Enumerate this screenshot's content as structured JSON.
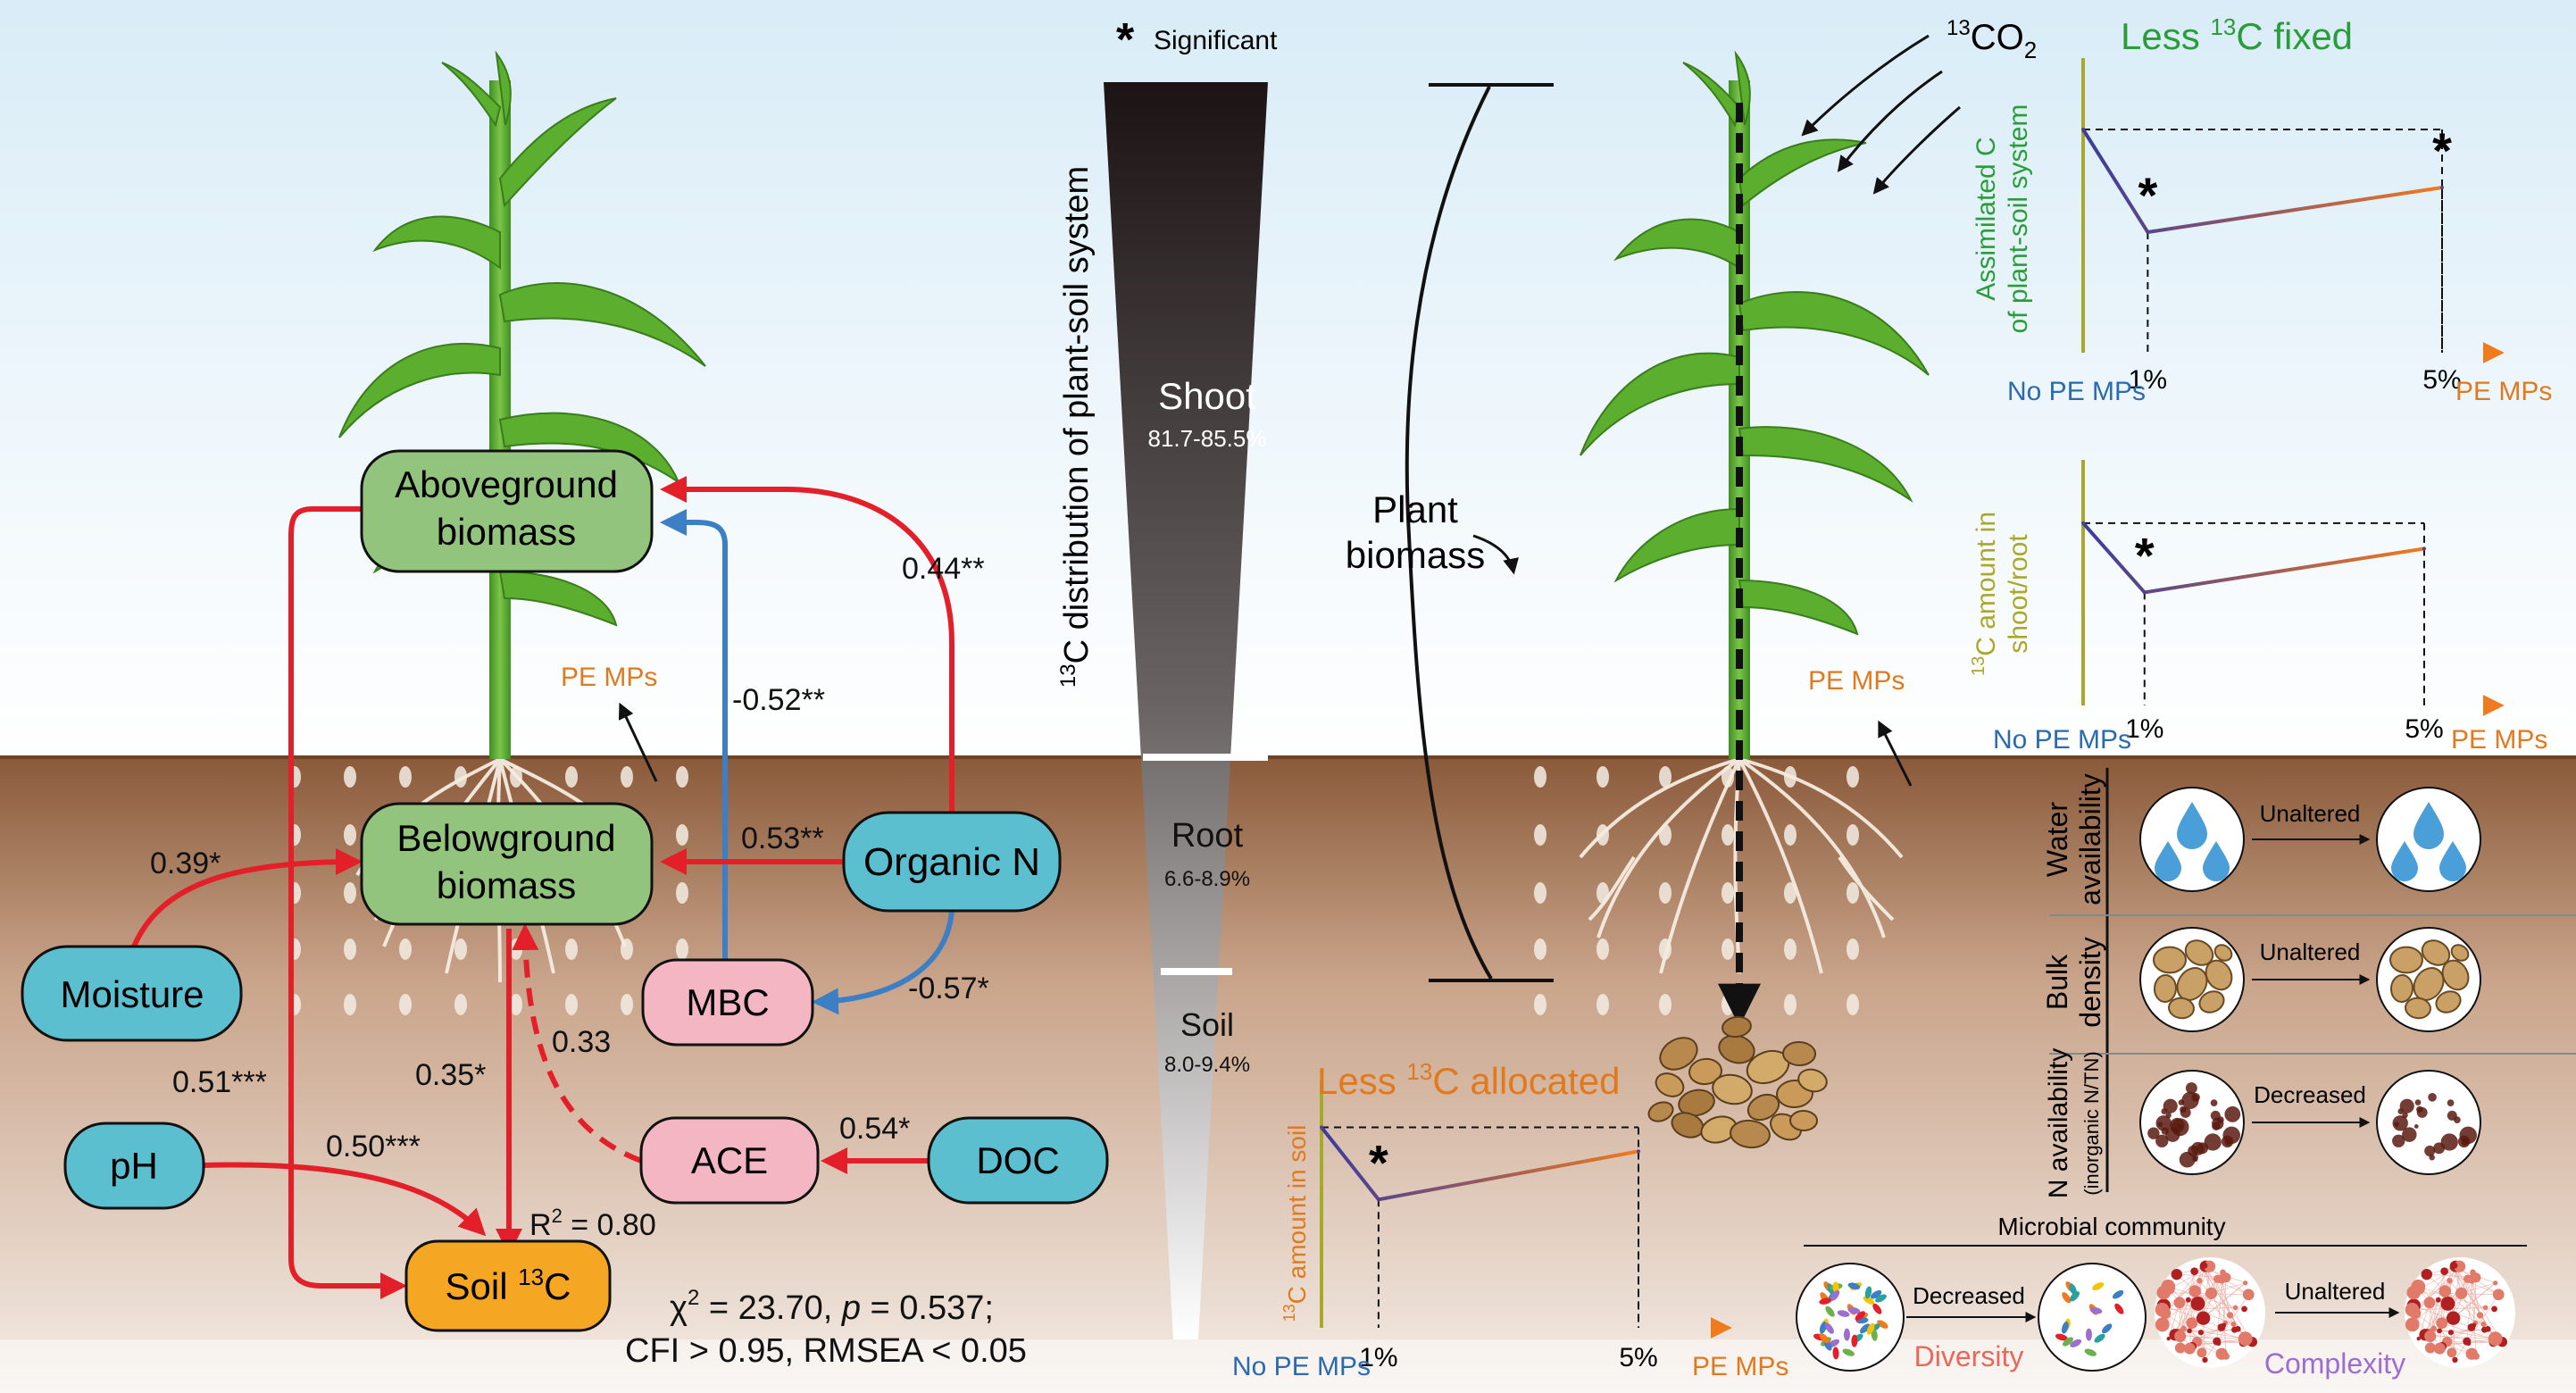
{
  "colors": {
    "sky_top": "#d9ecf7",
    "sky_bottom": "#ffffff",
    "soil_top": "#8a5a3a",
    "soil_mid": "#c9a48a",
    "soil_bottom": "#f4ece6",
    "green_box": "#93c47d",
    "blue_box": "#5bbfcf",
    "pink_box": "#f4b6c2",
    "orange_box": "#f5a623",
    "red_path": "#e3202a",
    "blue_path": "#3c7fc4",
    "leaf_green": "#5cae2e",
    "text_orange": "#e07a1f",
    "text_green": "#2a9d3a",
    "text_olive": "#a8a82a"
  },
  "legend": {
    "star": "*",
    "significant": "Significant"
  },
  "sem": {
    "aboveground_line1": "Aboveground",
    "aboveground_line2": "biomass",
    "belowground_line1": "Belowground",
    "belowground_line2": "biomass",
    "organic_n": "Organic N",
    "moisture": "Moisture",
    "mbc": "MBC",
    "ace": "ACE",
    "doc": "DOC",
    "ph": "pH",
    "soil13c_prefix": "Soil ",
    "soil13c_sup": "13",
    "soil13c_suffix": "C",
    "pe_mps": "PE MPs",
    "coef_on_above": "0.44**",
    "coef_mbc_above": "-0.52**",
    "coef_on_below": "0.53**",
    "coef_moist_below": "0.39*",
    "coef_on_mbc": "-0.57*",
    "coef_ace_below": "0.33",
    "coef_below_soil": "0.35*",
    "coef_above_soil": "0.51***",
    "coef_ph_soil": "0.50***",
    "coef_doc_ace": "0.54*",
    "r2_label": "R",
    "r2_sup": "2",
    "r2_value": " = 0.80",
    "fit_line1_chi": "χ",
    "fit_line1_sup": "2",
    "fit_line1_rest_a": " = 23.70, ",
    "fit_line1_p": "p",
    "fit_line1_rest_b": " = 0.537;",
    "fit_line2": "CFI > 0.95, RMSEA < 0.05"
  },
  "funnel": {
    "axis_sup": "13",
    "axis_title": "C distribution of plant-soil system",
    "segments": [
      {
        "name": "Shoot",
        "range": "81.7-85.5%"
      },
      {
        "name": "Root",
        "range": "6.6-8.9%"
      },
      {
        "name": "Soil",
        "range": "8.0-9.4%"
      }
    ]
  },
  "plant_biomass": {
    "line1": "Plant",
    "line2": "biomass"
  },
  "co2": {
    "sup": "13",
    "main": "CO",
    "sub": "2"
  },
  "right_pe_mps": "PE MPs",
  "chart_data": [
    {
      "type": "line",
      "title_prefix": "Less ",
      "title_sup": "13",
      "title_suffix": "C fixed",
      "ylabel_line1": "Assimilated C",
      "ylabel_line2": "of plant-soil system",
      "x_start_label": "No PE MPs",
      "x_end_label": "PE MPs",
      "categories": [
        "No PE MPs",
        "1%",
        "5%"
      ],
      "tick_labels": [
        "1%",
        "5%"
      ],
      "values": [
        1.0,
        0.54,
        0.74
      ],
      "significant": [
        false,
        true,
        true
      ],
      "ylim": [
        0,
        1.2
      ]
    },
    {
      "type": "line",
      "ylabel_sup": "13",
      "ylabel_line1": "C amount in",
      "ylabel_line2": "shoot/root",
      "x_start_label": "No PE MPs",
      "x_end_label": "PE MPs",
      "categories": [
        "No PE MPs",
        "1%",
        "5%"
      ],
      "tick_labels": [
        "1%",
        "5%"
      ],
      "values": [
        1.0,
        0.62,
        0.86
      ],
      "significant": [
        false,
        true,
        false
      ],
      "ylim": [
        0,
        1.2
      ]
    },
    {
      "type": "line",
      "title_prefix": "Less ",
      "title_sup": "13",
      "title_suffix": "C allocated",
      "ylabel_sup": "13",
      "ylabel_line1": "C amount in soil",
      "x_start_label": "No PE MPs",
      "x_end_label": "PE MPs",
      "categories": [
        "No PE MPs",
        "1%",
        "5%"
      ],
      "tick_labels": [
        "1%",
        "5%"
      ],
      "values": [
        1.0,
        0.64,
        0.88
      ],
      "significant": [
        false,
        true,
        false
      ],
      "ylim": [
        0,
        1.1
      ]
    }
  ],
  "properties": [
    {
      "label_line1": "Water",
      "label_line2": "availability",
      "status": "Unaltered"
    },
    {
      "label_line1": "Bulk",
      "label_line2": "density",
      "status": "Unaltered"
    },
    {
      "label_line1": "N availability",
      "label_line2": "(inorganic N/TN)",
      "status": "Decreased"
    }
  ],
  "microbial": {
    "title": "Microbial community",
    "diversity_status": "Decreased",
    "diversity_label": "Diversity",
    "complexity_status": "Unaltered",
    "complexity_label": "Complexity"
  }
}
